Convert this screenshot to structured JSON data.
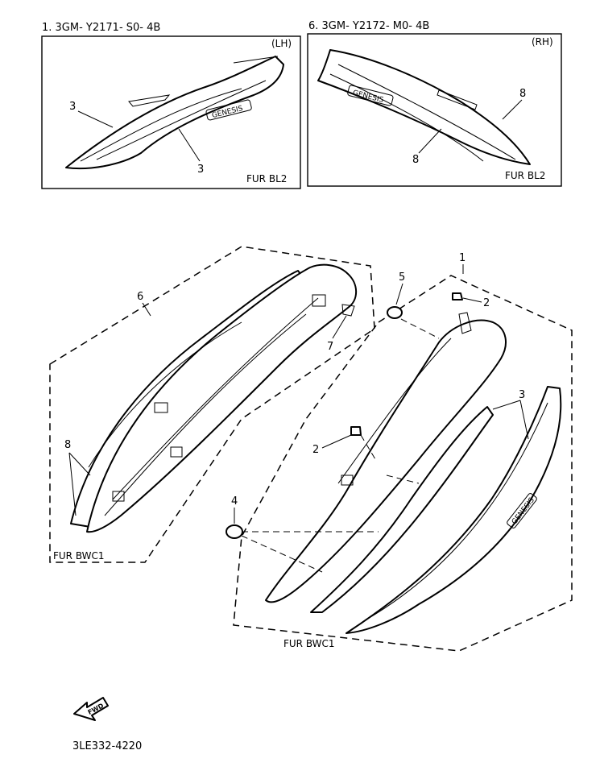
{
  "header_lh": "1. 3GM- Y2171- S0- 4B",
  "header_rh": "6. 3GM- Y2172- M0- 4B",
  "side_lh": "(LH)",
  "side_rh": "(RH)",
  "color_top_lh": "FUR BL2",
  "color_top_rh": "FUR BL2",
  "color_left_group": "FUR BWC1",
  "color_right_group": "FUR BWC1",
  "decal_text_lh": "GENESIS",
  "decal_text_rh": "GENESIS",
  "decal_text_main": "GENESIS",
  "fwd_label": "FWD",
  "diagram_code": "3LE332-4220",
  "callouts": {
    "c3a": "3",
    "c3b": "3",
    "c8a": "8",
    "c8b": "8",
    "c1": "1",
    "c2a": "2",
    "c2b": "2",
    "c3c": "3",
    "c4": "4",
    "c5": "5",
    "c6": "6",
    "c7": "7",
    "c8c": "8"
  }
}
